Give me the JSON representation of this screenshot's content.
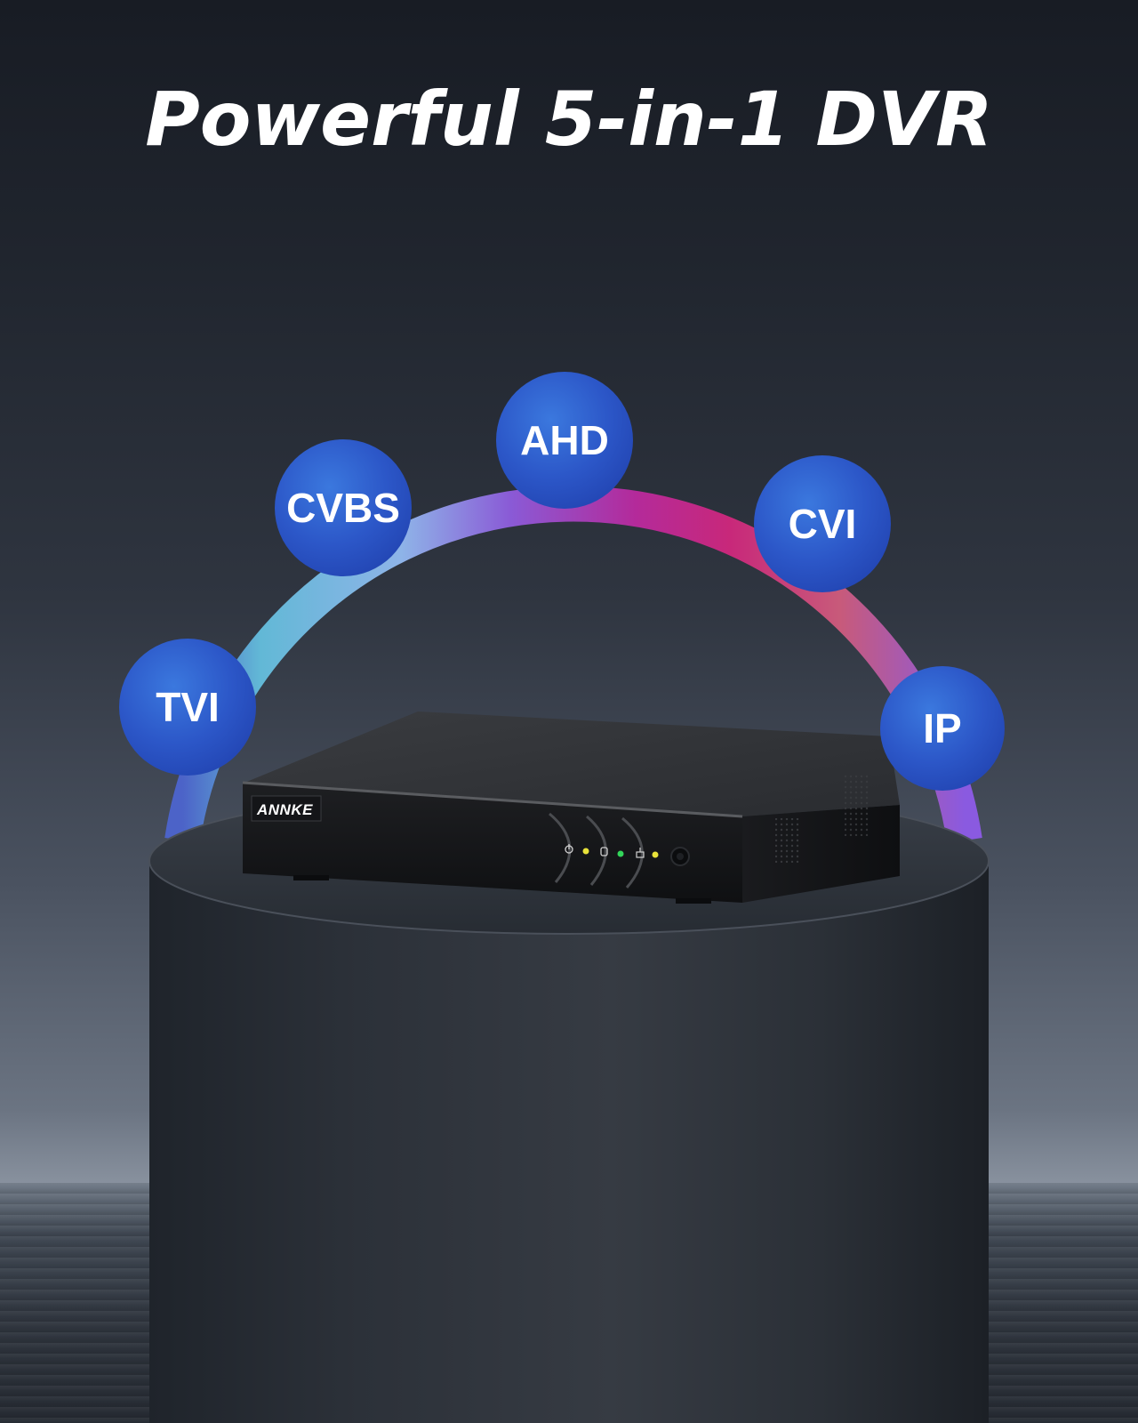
{
  "headline": "Powerful 5-in-1 DVR",
  "protocols": [
    {
      "label": "TVI"
    },
    {
      "label": "CVBS"
    },
    {
      "label": "AHD"
    },
    {
      "label": "CVI"
    },
    {
      "label": "IP"
    }
  ],
  "device": {
    "brand": "ANNKE",
    "indicators": [
      {
        "icon": "power-icon",
        "led_color": "#e8e23a"
      },
      {
        "icon": "hdd-icon",
        "led_color": "#33d65a"
      },
      {
        "icon": "network-icon",
        "led_color": "#e8e23a"
      }
    ]
  },
  "colors": {
    "badge_fill": "#2f5fd0",
    "arc_start": "#5aa6e0",
    "arc_mid": "#9a4fd0",
    "arc_magenta": "#c8207e",
    "arc_end": "#8a5ae0",
    "headline": "#ffffff"
  }
}
